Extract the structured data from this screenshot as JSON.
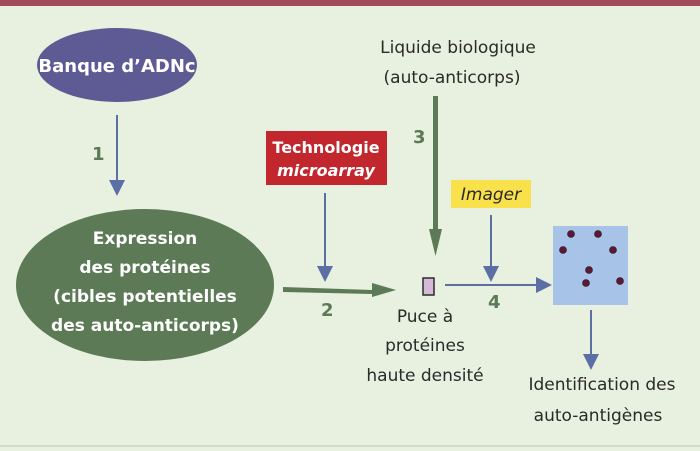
{
  "nodes": {
    "banque": "Banque d’ADNc",
    "expression": [
      "Expression",
      "des protéines",
      "(cibles potentielles",
      "des auto-anticorps)"
    ],
    "technologie": [
      "Technologie",
      "microarray"
    ],
    "liquide": [
      "Liquide biologique",
      "(auto-anticorps)"
    ],
    "imager": "Imager",
    "puce": [
      "Puce à",
      "protéines",
      "haute densité"
    ],
    "identification": [
      "Identification des",
      "auto-antigènes"
    ]
  },
  "steps": [
    "1",
    "2",
    "3",
    "4"
  ],
  "colors": {
    "background": "#e8f0df",
    "top_bar": "#a04a5a",
    "banque_fill": "#5e5a94",
    "expression_fill": "#5b7a55",
    "arrow_green": "#5b7a55",
    "arrow_blue": "#5b6fa4",
    "technologie_fill": "#c1272d",
    "imager_fill": "#f8e14b",
    "puce_fill": "#d6b9d6",
    "array_fill": "#a7c4e8",
    "spot": "#5a1a35"
  }
}
